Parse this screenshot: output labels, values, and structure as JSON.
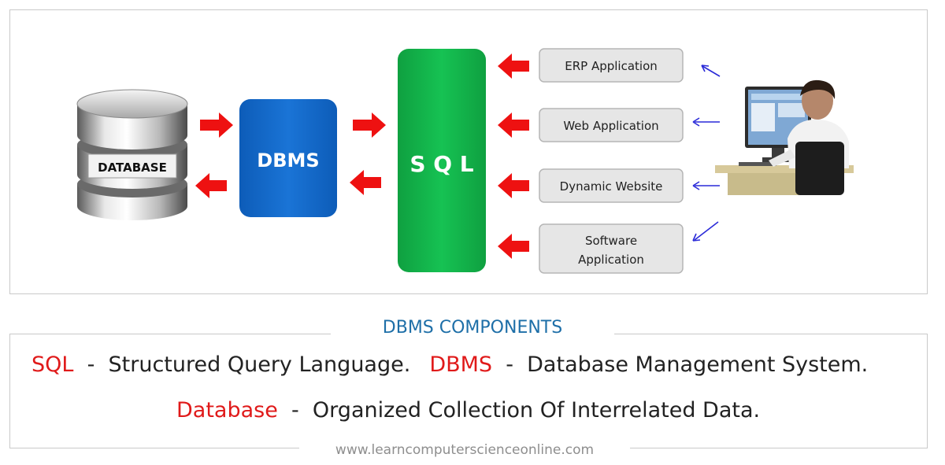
{
  "diagram": {
    "database_label": "DATABASE",
    "dbms_label": "DBMS",
    "sql_label": "S Q L",
    "applications": [
      {
        "line1": "ERP  Application",
        "line2": ""
      },
      {
        "line1": "Web  Application",
        "line2": ""
      },
      {
        "line1": "Dynamic  Website",
        "line2": ""
      },
      {
        "line1": "Software",
        "line2": "Application"
      }
    ],
    "colors": {
      "dbms": "#1565c0",
      "sql": "#12b24a",
      "arrow": "#ee1111",
      "user_arrow": "#2a2ad8",
      "app_box": "#e6e6e6"
    }
  },
  "components": {
    "title": "DBMS COMPONENTS",
    "definitions": [
      {
        "term": "SQL",
        "sep": "  -  ",
        "text": "Structured Query Language."
      },
      {
        "term": "DBMS",
        "sep": "  -  ",
        "text": "Database Management System."
      },
      {
        "term": "Database",
        "sep": "  -  ",
        "text": "Organized Collection Of Interrelated Data."
      }
    ]
  },
  "footer": {
    "website": "www.learncomputerscienceonline.com"
  }
}
